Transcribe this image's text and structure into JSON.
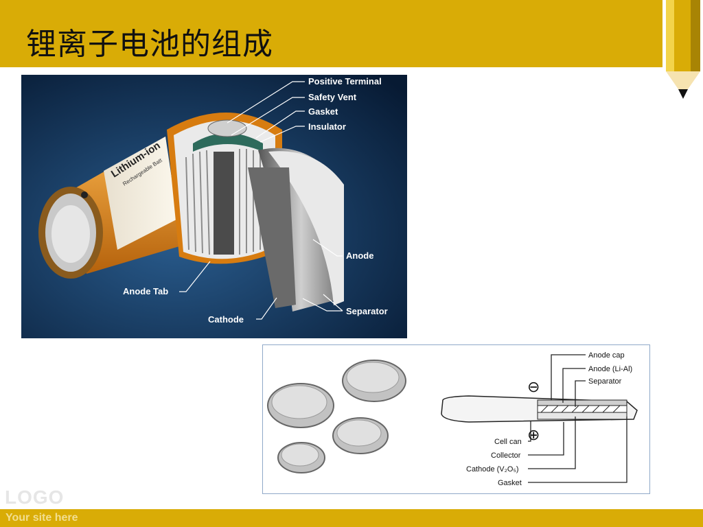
{
  "slide": {
    "title": "锂离子电池的组成",
    "logo": "LOGO",
    "site": "Your site here",
    "accent_color": "#d9ac06"
  },
  "figure1": {
    "battery_brand": "Lithium-ion",
    "battery_subtext": "Rechargeable Batt",
    "callouts": [
      "Positive Terminal",
      "Safety Vent",
      "Gasket",
      "Insulator",
      "Anode",
      "Separator",
      "Anode Tab",
      "Cathode"
    ]
  },
  "figure2": {
    "callouts": [
      "Anode cap",
      "Anode (Li-Al)",
      "Separator",
      "Cell can",
      "Collector",
      "Cathode (V₂O₅)",
      "Gasket"
    ],
    "symbols": [
      "⊖",
      "⊕"
    ]
  }
}
